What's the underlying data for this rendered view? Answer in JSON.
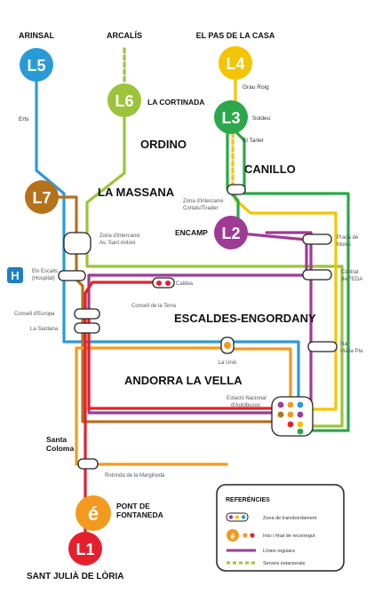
{
  "colors": {
    "l1": "#e5202e",
    "l2": "#9e3b95",
    "l3": "#2aa84a",
    "l4": "#f5c400",
    "l5": "#2a9ad6",
    "l6": "#9bc43b",
    "l7": "#b6721b",
    "e": "#f19a1f",
    "hospital": "#1d7fc4"
  },
  "lines": {
    "l1": "L1",
    "l2": "L2",
    "l3": "L3",
    "l4": "L4",
    "l5": "L5",
    "l6": "L6",
    "l7": "L7",
    "e": "é"
  },
  "places": {
    "arinsal": "ARINSAL",
    "arcalis": "ARCALÍS",
    "pas_de_la_casa": "EL PAS DE LA CASA",
    "la_cortinada": "LA CORTINADA",
    "ordino": "ORDINO",
    "la_massana": "LA MASSANA",
    "canillo": "CANILLO",
    "encamp": "ENCAMP",
    "escaldes": "ESCALDES-ENGORDANY",
    "andorra": "ANDORRA LA VELLA",
    "santa_coloma_1": "Santa",
    "santa_coloma_2": "Coloma",
    "pont_1": "PONT DE",
    "pont_2": "FONTANEDA",
    "sant_julia": "SANT JULIÀ DE LÒRIA"
  },
  "stops": {
    "grau_roig": "Grau Roig",
    "soldeu": "Soldeu",
    "el_tarter": "El Tarter",
    "erts": "Erts",
    "zona_cortals_1": "Zona d'intercanvi",
    "zona_cortals_2": "Cortals/Tirader",
    "zona_sant_antoni_1": "Zona d'intercanvi",
    "zona_sant_antoni_2": "Av. Sant Antoni",
    "prada_1": "Prada de",
    "prada_2": "Moles",
    "central_1": "Central",
    "central_2": "de FEDA",
    "hospital_1": "Els Escalls",
    "hospital_2": "(Hospital)",
    "caldea": "Caldea",
    "consell_terra": "Consell de la Terra",
    "consell_europa": "Consell d'Europa",
    "la_sardana": "La Sardana",
    "la_unio": "La Unió",
    "na_maria_1": "Na",
    "na_maria_2": "Maria Pla",
    "estacio_1": "Estació Nacional",
    "estacio_2": "d'Autobusos",
    "rotonda": "Rotonda de la Margineda"
  },
  "hospital_icon": "H",
  "legend": {
    "title": "REFERÈNCIES",
    "transfer": "Zona de transbordament",
    "start_end": "Inici i final de recorregut",
    "regular": "Línies regulars",
    "seasonal": "Serveis estacionals",
    "badge": "é"
  }
}
